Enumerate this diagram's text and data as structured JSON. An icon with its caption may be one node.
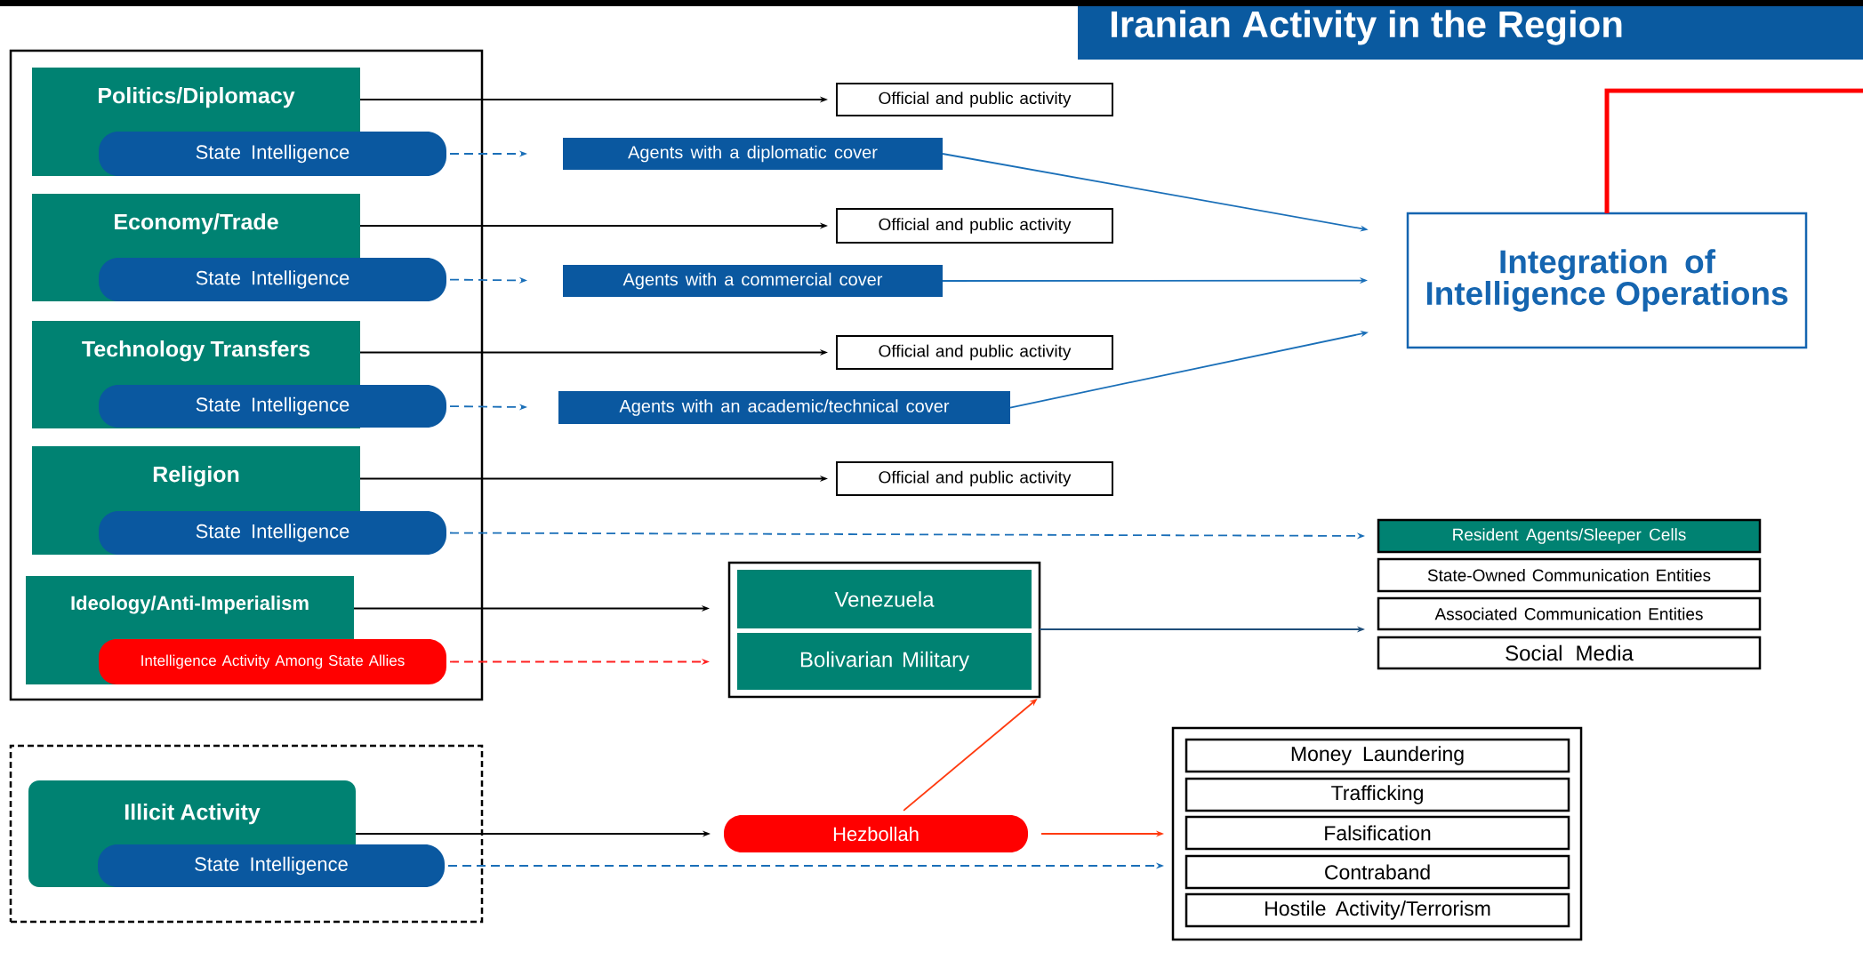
{
  "diagram": {
    "title": "Iranian Activity in the Region",
    "nodes": [
      {
        "text": [],
        "shape": "box"
      },
      {
        "text": [
          "Politics/Diplomacy"
        ],
        "in": 0
      },
      {
        "text": [
          "State Intelligence"
        ],
        "in": 0
      },
      {
        "text": [
          "Official and public activity"
        ]
      },
      {
        "text": [
          "Agents with a diplomatic cover"
        ]
      },
      {
        "text": [
          "Integration of Intelligence Operations"
        ]
      },
      {
        "text": [
          "Economy/Trade"
        ],
        "in": 0
      },
      {
        "text": [
          "State Intelligence"
        ],
        "in": 0
      },
      {
        "text": [
          "Official and public activity"
        ]
      },
      {
        "text": [
          "Agents with a commercial cover"
        ]
      },
      {
        "text": [
          "Technology Transfers"
        ],
        "in": 0
      },
      {
        "text": [
          "State Intelligence"
        ],
        "in": 0
      },
      {
        "text": [
          "Official and public activity"
        ]
      },
      {
        "text": [
          "Agents with an academic/technical cover"
        ]
      },
      {
        "text": [
          "Religion"
        ],
        "in": 0
      },
      {
        "text": [
          "State Intelligence"
        ],
        "in": 0
      },
      {
        "text": [
          "Official and public activity"
        ]
      },
      {
        "text": [
          "Ideology/Anti-Imperialism"
        ],
        "in": 0
      },
      {
        "text": [
          "Intelligence Activity Among State Allies"
        ],
        "in": 0
      },
      {
        "text": [],
        "shape": "box"
      },
      {
        "text": [
          "Venezuela"
        ],
        "in": 19
      },
      {
        "text": [
          "Bolivarian Military"
        ],
        "in": 19
      },
      {
        "text": [
          "Resident Agents/Sleeper Cells"
        ]
      },
      {
        "text": [
          "State-Owned Communication Entities"
        ]
      },
      {
        "text": [
          "Associated Communication Entities"
        ]
      },
      {
        "text": [
          "Social Media"
        ]
      },
      {
        "text": [],
        "shape": "box"
      },
      {
        "text": [
          "Illicit Activity"
        ],
        "in": 26
      },
      {
        "text": [
          "State Intelligence"
        ],
        "in": 26
      },
      {
        "text": [
          "Hezbollah"
        ]
      },
      {
        "text": [],
        "shape": "box"
      },
      {
        "text": [
          "Money Laundering"
        ],
        "in": 30
      },
      {
        "text": [
          "Trafficking"
        ],
        "in": 30
      },
      {
        "text": [
          "Falsification"
        ],
        "in": 30
      },
      {
        "text": [
          "Contraband"
        ],
        "in": 30
      },
      {
        "text": [
          "Hostile Activity/Terrorism"
        ],
        "in": 30
      }
    ],
    "edges": [
      {
        "from": 1,
        "to": 3,
        "arrow": "to",
        "color": "#000000"
      },
      {
        "from": 2,
        "to": 4,
        "arrow": "to",
        "style": "dashed",
        "color": "#1a6fb8"
      },
      {
        "from": 4,
        "to": 5,
        "arrow": "to",
        "color": "#1a6fb8"
      },
      {
        "from": 6,
        "to": 8,
        "arrow": "to",
        "color": "#000000"
      },
      {
        "from": 7,
        "to": 9,
        "arrow": "to",
        "style": "dashed",
        "color": "#1a6fb8"
      },
      {
        "from": 9,
        "to": 5,
        "arrow": "to",
        "color": "#1a6fb8"
      },
      {
        "from": 10,
        "to": 12,
        "arrow": "to",
        "color": "#000000"
      },
      {
        "from": 11,
        "to": 13,
        "arrow": "to",
        "style": "dashed",
        "color": "#1a6fb8"
      },
      {
        "from": 13,
        "to": 5,
        "arrow": "to",
        "color": "#1a6fb8"
      },
      {
        "from": 14,
        "to": 16,
        "arrow": "to",
        "color": "#000000"
      },
      {
        "from": 15,
        "to": 22,
        "arrow": "to",
        "style": "dashed",
        "color": "#1a6fb8"
      },
      {
        "from": 17,
        "to": 19,
        "arrow": "to",
        "color": "#000000"
      },
      {
        "from": 18,
        "to": 19,
        "arrow": "to",
        "style": "dashed",
        "color": "#ff2020"
      },
      {
        "from": 19,
        "to": 24,
        "arrow": "to",
        "color": "#1f4e79"
      },
      {
        "from": 29,
        "to": 19,
        "arrow": "to",
        "color": "#ff3b10"
      },
      {
        "from": 29,
        "to": 30,
        "arrow": "to",
        "color": "#ff3b10"
      },
      {
        "from": 27,
        "to": 29,
        "arrow": "to",
        "color": "#000000"
      },
      {
        "from": 28,
        "to": 30,
        "arrow": "to",
        "style": "dashed",
        "color": "#1a6fb8"
      },
      {
        "from": 5,
        "to": null,
        "arrow": "none",
        "style": "thick",
        "color": "#ff0000"
      }
    ]
  }
}
